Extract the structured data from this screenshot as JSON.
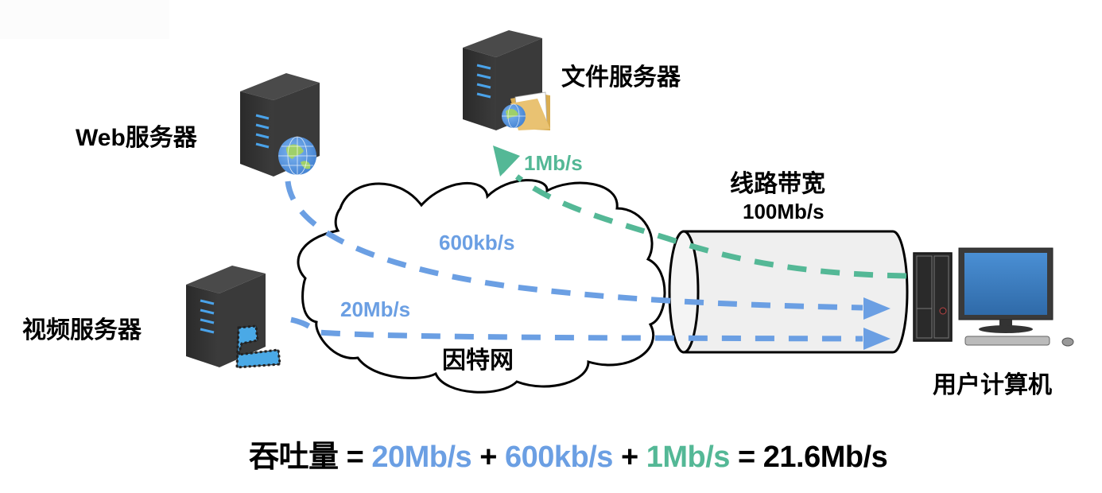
{
  "nodes": {
    "web_server": {
      "label": "Web服务器",
      "icon": "server-globe-icon"
    },
    "file_server": {
      "label": "文件服务器",
      "icon": "server-folder-icon"
    },
    "video_server": {
      "label": "视频服务器",
      "icon": "server-film-icon"
    },
    "internet": {
      "label": "因特网",
      "icon": "cloud-icon"
    },
    "user_computer": {
      "label": "用户计算机",
      "icon": "desktop-computer-icon"
    }
  },
  "link": {
    "title": "线路带宽",
    "bandwidth": "100Mb/s"
  },
  "flows": [
    {
      "name": "web",
      "rate": "600kb/s",
      "color": "#6b9fe3"
    },
    {
      "name": "video",
      "rate": "20Mb/s",
      "color": "#6b9fe3"
    },
    {
      "name": "file",
      "rate": "1Mb/s",
      "color": "#54b896"
    }
  ],
  "formula": {
    "label": "吞吐量",
    "eq1": " = ",
    "term1": "20Mb/s",
    "plus1": " + ",
    "term2": "600kb/s",
    "plus2": " + ",
    "term3": "1Mb/s",
    "eq2": " = ",
    "result": "21.6Mb/s"
  },
  "colors": {
    "blue_flow": "#6b9fe3",
    "green_flow": "#54b896",
    "pipe_fill": "#efefef"
  }
}
